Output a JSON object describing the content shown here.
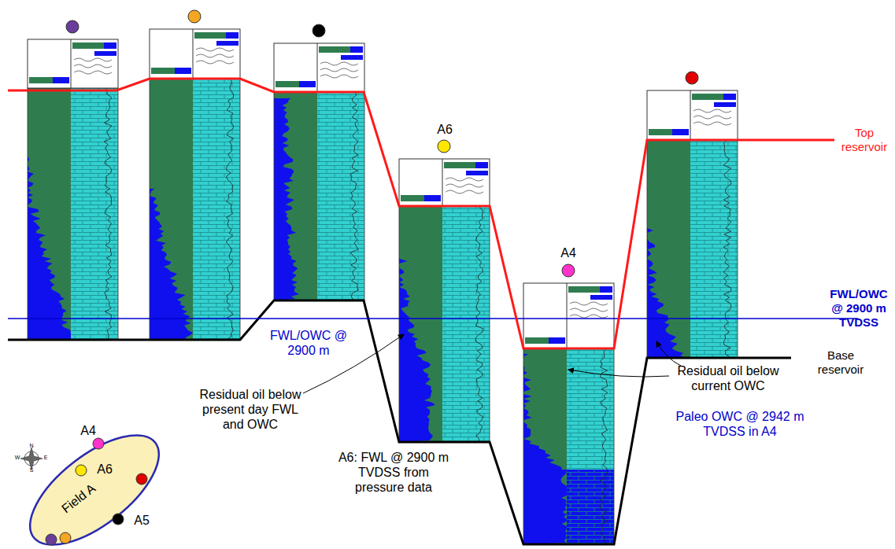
{
  "diagram": {
    "nodes": [
      {
        "text": [
          "Field A"
        ]
      }
    ],
    "labels": [
      "A6",
      "A4",
      "Top reservoir",
      "FWL/OWC @ 2900 m TVDSS",
      "Base reservoir",
      "FWL/OWC @ 2900 m",
      "Residual oil below present day FWL and OWC",
      "A6: FWL @ 2900 m TVDSS from pressure data",
      "Residual oil below current OWC",
      "Paleo OWC @ 2942 m TVDSS in A4",
      "A4",
      "A6",
      "A5",
      "N",
      "W",
      "E",
      "S"
    ]
  }
}
